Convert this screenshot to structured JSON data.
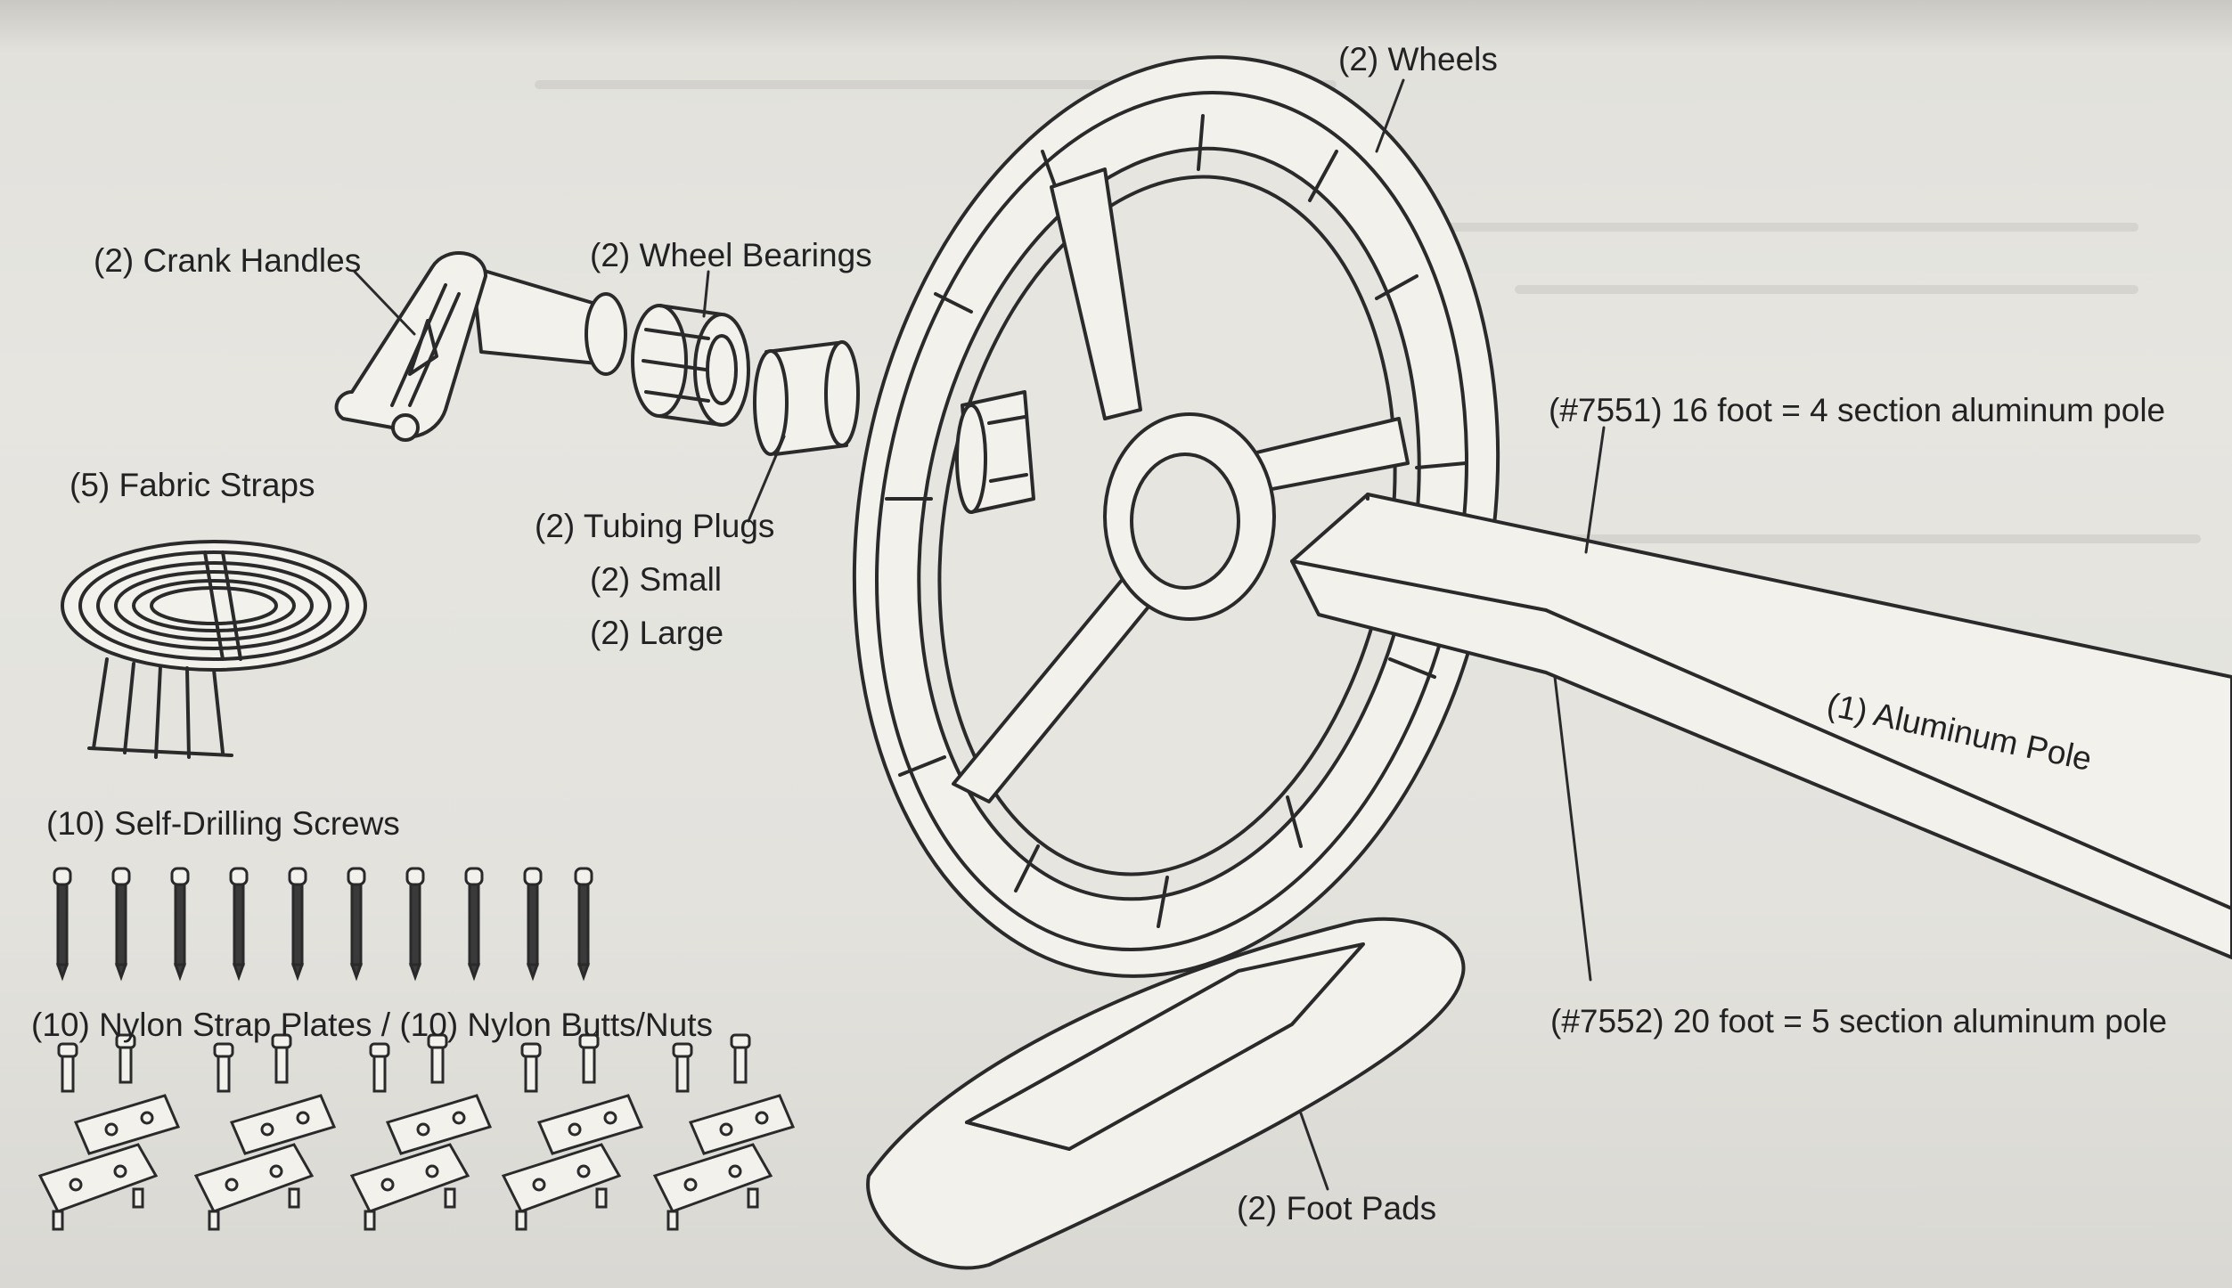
{
  "labels": {
    "wheels": "(2) Wheels",
    "crank_handles": "(2) Crank Handles",
    "wheel_bearings": "(2) Wheel Bearings",
    "fabric_straps": "(5) Fabric Straps",
    "tubing_plugs": "(2) Tubing Plugs",
    "small": "(2) Small",
    "large": "(2) Large",
    "pole_16ft": "(#7551) 16 foot = 4 section aluminum pole",
    "aluminum_pole": "(1) Aluminum Pole",
    "screws": "(10) Self-Drilling Screws",
    "plates_nuts": "(10) Nylon Strap Plates / (10) Nylon Butts/Nuts",
    "pole_20ft": "(#7552) 20 foot = 5 section aluminum pole",
    "foot_pads": "(2) Foot Pads"
  },
  "colors": {
    "ink": "#2a2a2a",
    "paper": "#e4e3de",
    "part_fill": "#f2f1ec"
  }
}
